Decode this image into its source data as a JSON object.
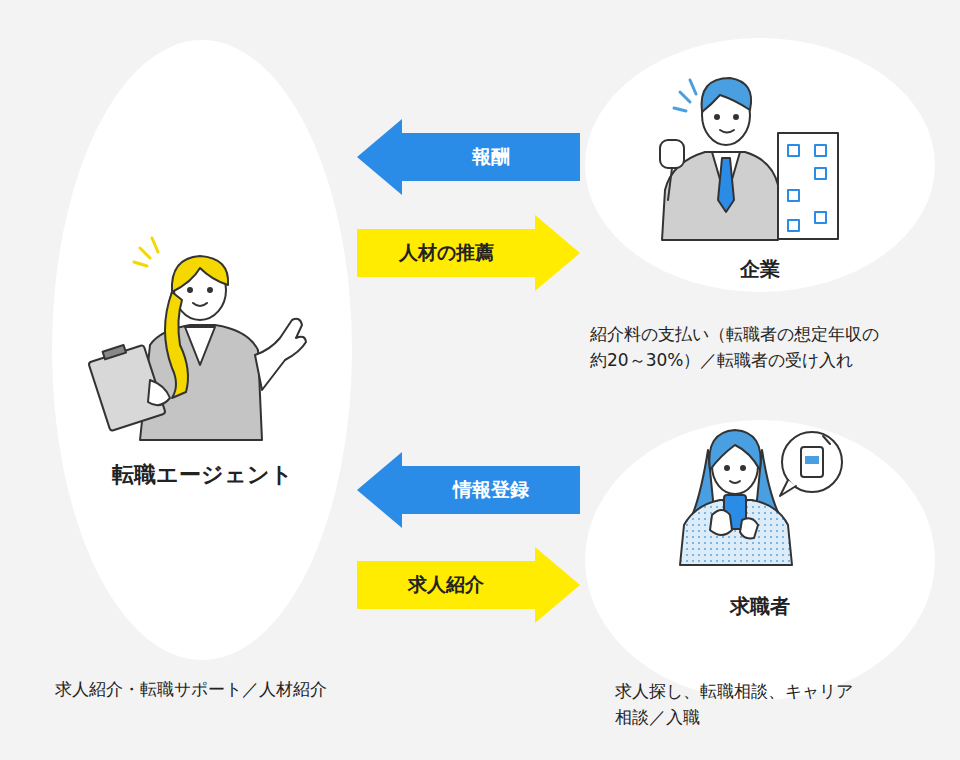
{
  "diagram": {
    "nodes": [
      {
        "text": [
          "転職エージェント",
          "求人紹介・転職サポート／人材紹介"
        ]
      },
      {
        "text": [
          "企業",
          "紹介料の支払い（転職者の想定年収の約20～30%）／転職者の受け入れ"
        ]
      },
      {
        "text": [
          "求職者",
          "求人探し、転職相談、キャリア相談／入職"
        ]
      }
    ],
    "edges": [
      {
        "from": 1,
        "to": 0,
        "label": "報酬",
        "arrow": "to"
      },
      {
        "from": 0,
        "to": 1,
        "label": "人材の推薦",
        "arrow": "to"
      },
      {
        "from": 2,
        "to": 0,
        "label": "情報登録",
        "arrow": "to"
      },
      {
        "from": 0,
        "to": 2,
        "label": "求人紹介",
        "arrow": "to"
      }
    ]
  }
}
